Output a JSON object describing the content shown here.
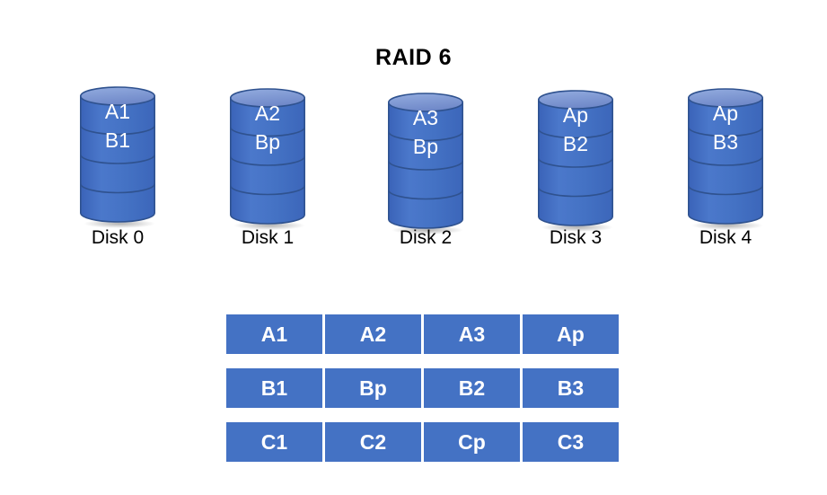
{
  "title": "RAID 6",
  "colors": {
    "cylinder_body": "#4472C4",
    "cylinder_top": "#7B9AD8",
    "cylinder_stroke": "#2F528F",
    "cell_fill": "#4472C4",
    "text_on_blue": "#FFFFFF",
    "text_dark": "#000000",
    "background": "#FFFFFF"
  },
  "disks": [
    {
      "caption": "Disk 0",
      "bands": [
        "A1",
        "B1",
        "",
        ""
      ]
    },
    {
      "caption": "Disk 1",
      "bands": [
        "A2",
        "Bp",
        "",
        ""
      ]
    },
    {
      "caption": "Disk 2",
      "bands": [
        "A3",
        "Bp",
        "",
        ""
      ]
    },
    {
      "caption": "Disk 3",
      "bands": [
        "Ap",
        "B2",
        "",
        ""
      ]
    },
    {
      "caption": "Disk 4",
      "bands": [
        "Ap",
        "B3",
        "",
        ""
      ]
    }
  ],
  "stripe_table": {
    "rows": [
      [
        "A1",
        "A2",
        "A3",
        "Ap"
      ],
      [
        "B1",
        "Bp",
        "B2",
        "B3"
      ],
      [
        "C1",
        "C2",
        "Cp",
        "C3"
      ]
    ]
  }
}
